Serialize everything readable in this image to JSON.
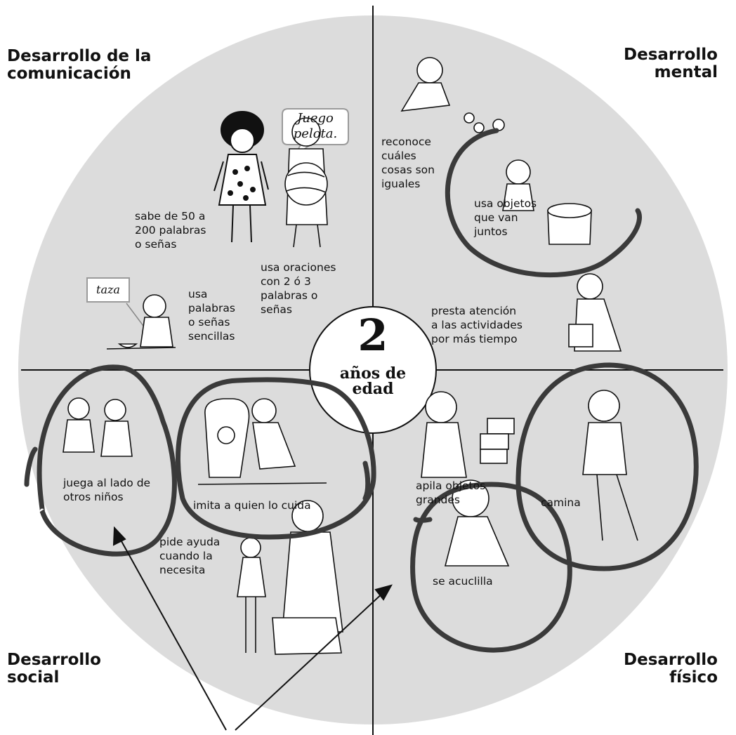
{
  "center": {
    "number": "2",
    "label": "años de\nedad"
  },
  "quadrants": {
    "communication": {
      "title": "Desarrollo de la\ncomunicación"
    },
    "mental": {
      "title": "Desarrollo\nmental"
    },
    "social": {
      "title": "Desarrollo\nsocial"
    },
    "physical": {
      "title": "Desarrollo\nfísico"
    }
  },
  "bubbles": {
    "speech": "Juego\npelota.",
    "word_card": "taza"
  },
  "milestones": {
    "knows_words": "sabe de 50 a\n200 palabras\no señas",
    "sentences": "usa oraciones\ncon 2 ó 3\npalabras o\nseñas",
    "simple_words": "usa\npalabras\no señas\nsencillas",
    "recognizes_same": "reconoce\ncuáles\ncosas son\niguales",
    "uses_objects": "usa objetos\nque van\njuntos",
    "attention": "presta atención\na las actividades\npor más tiempo",
    "plays_beside": "juega al lado de\notros niños",
    "imitates": "imita a quien lo cuida",
    "asks_help": "pide ayuda\ncuando la\nnecesita",
    "stacks": "apila objetos\ngrandes",
    "walks": "camina",
    "squats": "se acuclilla"
  },
  "colors": {
    "disc": "#dcdcdc",
    "ink": "#111111",
    "ring": "#3a3a3a",
    "bubble_border": "#9a9a9a"
  }
}
